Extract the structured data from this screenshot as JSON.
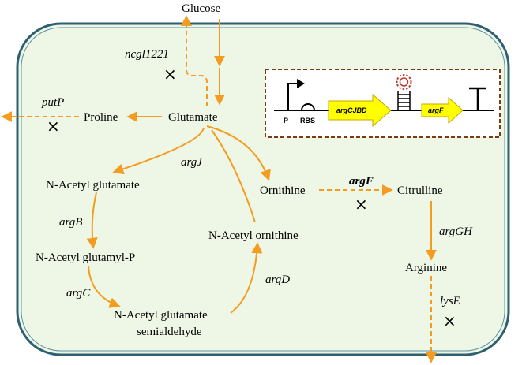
{
  "colors": {
    "cell_fill": "#eef7e6",
    "cell_border": "#2f5f73",
    "arrow": "#f39c1f",
    "cassette_border": "#7a3b10",
    "gene_fill": "#ffff00",
    "terminator_ring": "#c0392b"
  },
  "metabolites": {
    "glucose": "Glucose",
    "glutamate": "Glutamate",
    "proline": "Proline",
    "n_acetyl_glutamate": "N-Acetyl glutamate",
    "n_acetyl_glutamyl_p": "N-Acetyl glutamyl-P",
    "n_acetyl_glutamate_semialdehyde_1": "N-Acetyl glutamate",
    "n_acetyl_glutamate_semialdehyde_2": "semialdehyde",
    "n_acetyl_ornithine": "N-Acetyl ornithine",
    "ornithine": "Ornithine",
    "citrulline": "Citrulline",
    "arginine": "Arginine"
  },
  "genes": {
    "ncgl1221": "ncgl1221",
    "putP": "putP",
    "argJ": "argJ",
    "argB": "argB",
    "argC": "argC",
    "argD": "argD",
    "argF": "argF",
    "argGH": "argGH",
    "lysE": "lysE"
  },
  "cassette": {
    "promoter_label": "P",
    "rbs_label": "RBS",
    "gene1_label": "argCJBD",
    "gene2_label": "argF"
  },
  "knockout_mark": "×"
}
